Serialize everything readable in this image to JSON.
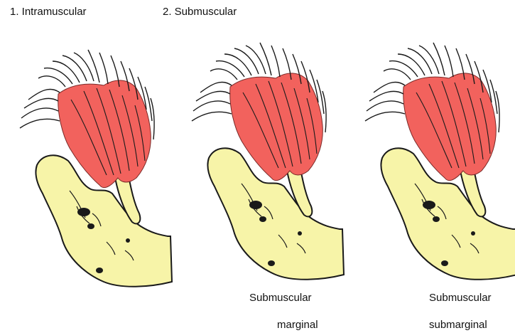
{
  "headings": {
    "intramuscular": "1. Intramuscular",
    "submuscular": "2. Submuscular"
  },
  "captions": {
    "marginal_line1": "Submuscular",
    "marginal_line2": "marginal",
    "submarginal_line1": "Submuscular",
    "submarginal_line2": "submarginal"
  },
  "colors": {
    "muscle": "#f2625d",
    "bone": "#f7f4a8",
    "ink": "#1a1a1a",
    "background": "#ffffff"
  }
}
